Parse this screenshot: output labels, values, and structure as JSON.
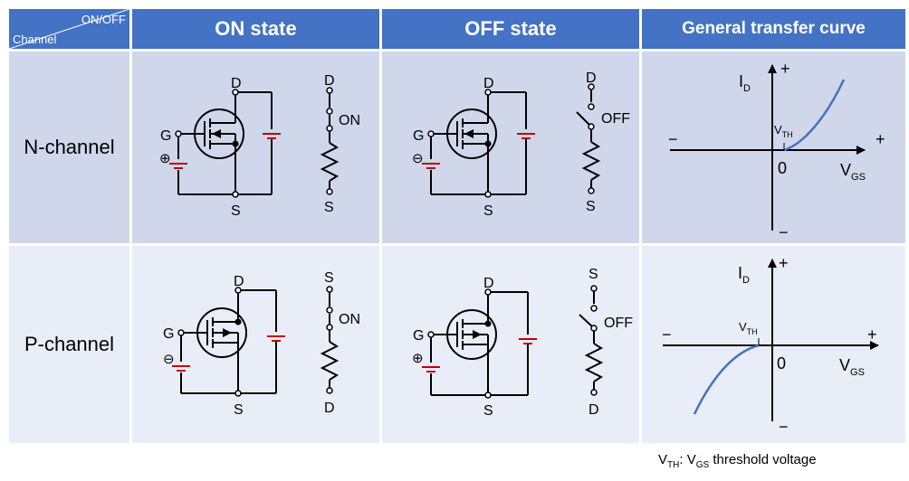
{
  "header": {
    "corner_top": "ON/OFF",
    "corner_bottom": "Channel",
    "on_state": "ON state",
    "off_state": "OFF state",
    "transfer": "General transfer curve"
  },
  "rows": {
    "n_channel": "N-channel",
    "p_channel": "P-channel"
  },
  "labels": {
    "D": "D",
    "S": "S",
    "G": "G",
    "on": "ON",
    "off": "OFF",
    "plus_circle": "⊕",
    "minus_circle": "⊖",
    "id_main": "I",
    "id_sub": "D",
    "vgs_main": "V",
    "vgs_sub": "GS",
    "vth_main": "V",
    "vth_sub": "TH",
    "zero": "0",
    "plus": "+",
    "minus": "−"
  },
  "note": {
    "v1": "V",
    "s1": "TH",
    "colon": ": ",
    "v2": "V",
    "s2": "GS",
    "rest": " threshold  voltage"
  },
  "colors": {
    "header_bg": "#4472c4",
    "row_n_bg": "#d0d7ea",
    "row_p_bg": "#e9edf7",
    "battery": "#c00000",
    "curve": "#4472c4"
  }
}
